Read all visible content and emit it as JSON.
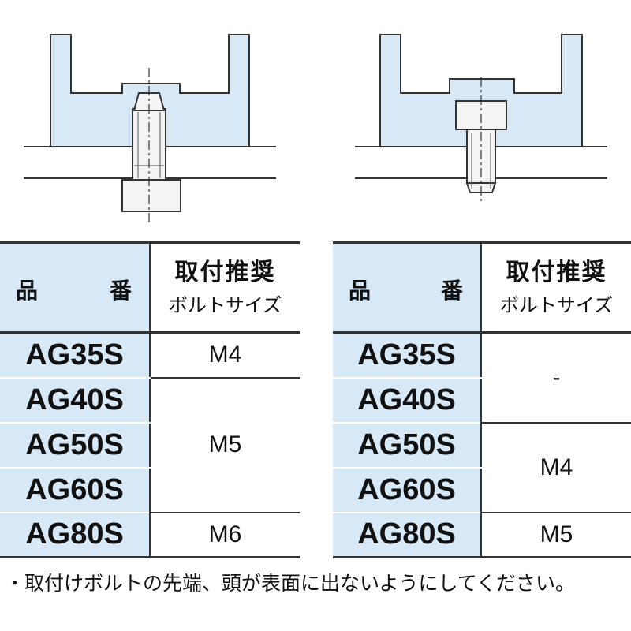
{
  "table_left": {
    "header": {
      "part_1": "品",
      "part_2": "番",
      "bolt_1": "取付推奨",
      "bolt_2": "ボルトサイズ"
    },
    "rows": [
      {
        "part": "AG35S",
        "bolt": "M4"
      },
      {
        "part": "AG40S",
        "bolt": "M5"
      },
      {
        "part": "AG50S",
        "bolt": "M5"
      },
      {
        "part": "AG60S",
        "bolt": "M5"
      },
      {
        "part": "AG80S",
        "bolt": "M6"
      }
    ]
  },
  "table_right": {
    "header": {
      "part_1": "品",
      "part_2": "番",
      "bolt_1": "取付推奨",
      "bolt_2": "ボルトサイズ"
    },
    "rows": [
      {
        "part": "AG35S",
        "bolt": "-"
      },
      {
        "part": "AG40S",
        "bolt": "-"
      },
      {
        "part": "AG50S",
        "bolt": "M4"
      },
      {
        "part": "AG60S",
        "bolt": "M4"
      },
      {
        "part": "AG80S",
        "bolt": "M5"
      }
    ]
  },
  "footnote": "・取付けボルトの先端、頭が表面に出ないようにしてください。",
  "colors": {
    "fill_blue": "#d7e8f7",
    "line": "#333333"
  },
  "icons": [
    "through-bolt-mounting-diagram",
    "tapped-bolt-mounting-diagram"
  ]
}
